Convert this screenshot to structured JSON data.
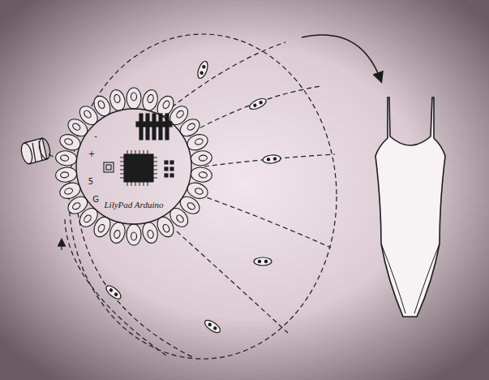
{
  "diagram": {
    "nodes": [
      {
        "text": [
          "LilyPad Arduino"
        ]
      }
    ],
    "labels": [
      "-",
      "+",
      "5",
      "G"
    ]
  }
}
